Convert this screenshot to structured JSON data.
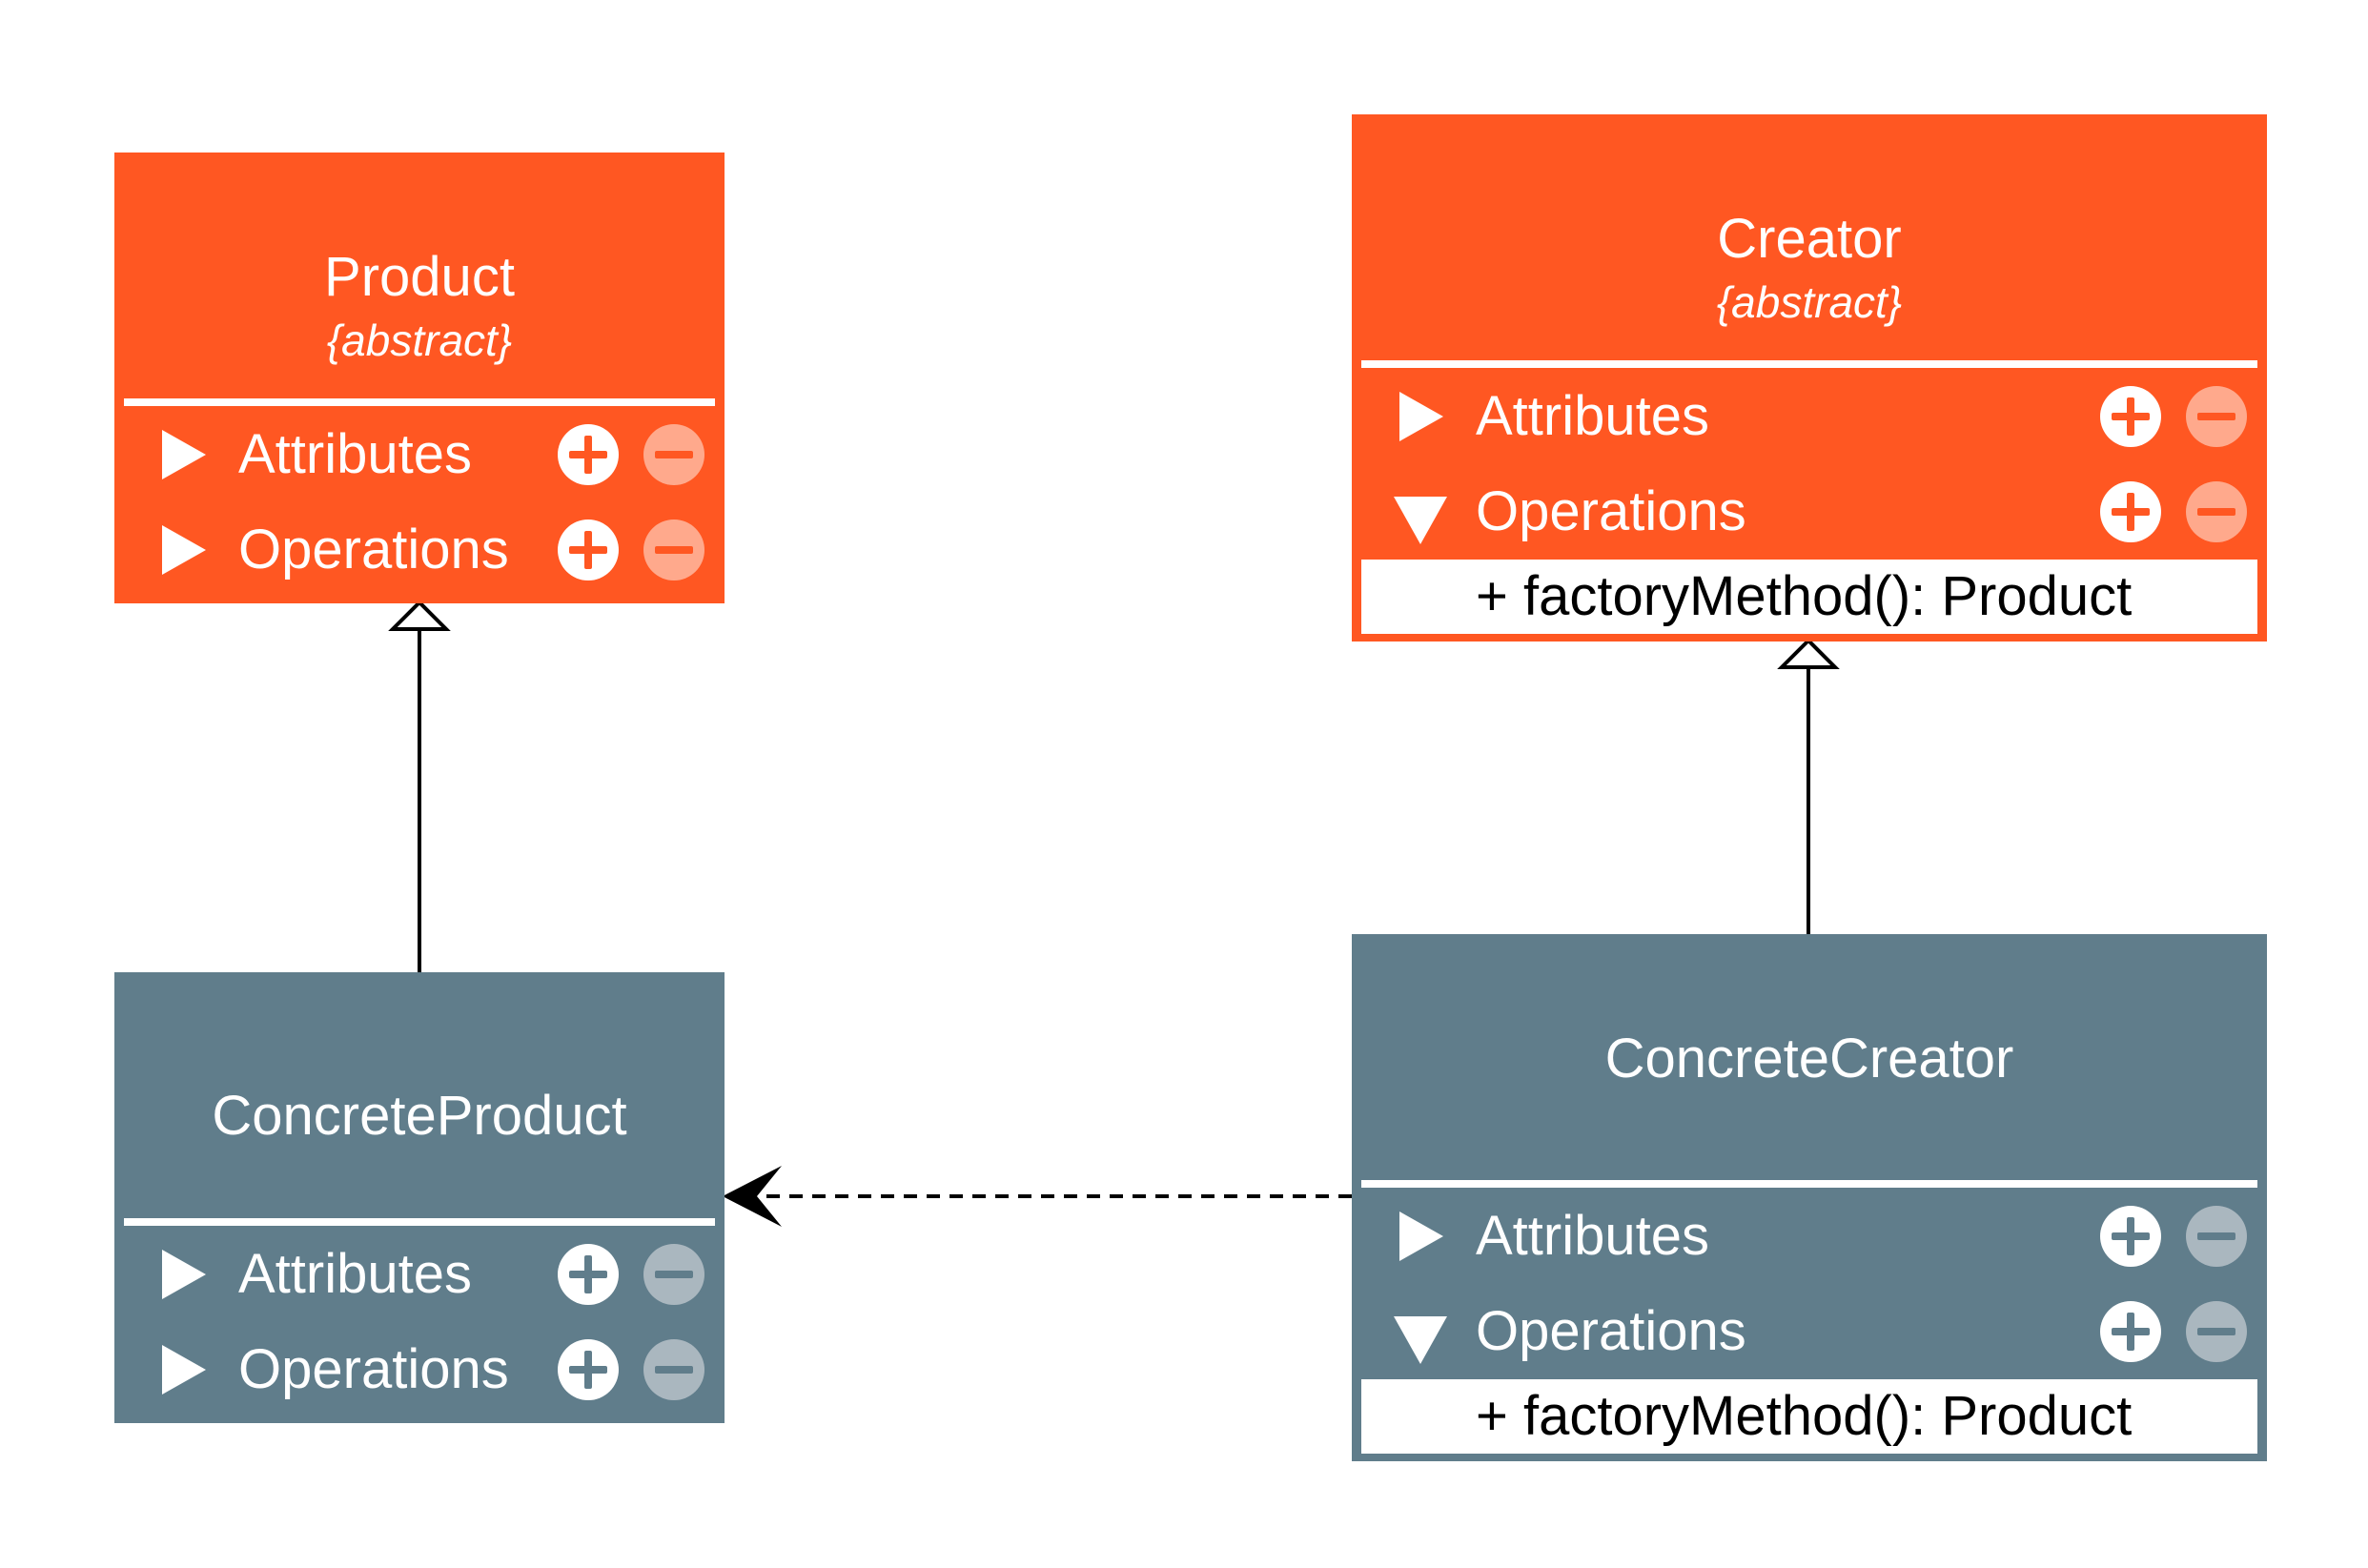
{
  "colors": {
    "abstract": "#ff5722",
    "concrete": "#607d8b",
    "line": "#000000"
  },
  "icons": {
    "expand": "triangle-right-icon",
    "collapse": "triangle-down-icon",
    "add": "plus-circle-icon",
    "remove": "minus-circle-icon"
  },
  "product": {
    "name": "Product",
    "stereotype": "{abstract}",
    "attributes_label": "Attributes",
    "operations_label": "Operations"
  },
  "creator": {
    "name": "Creator",
    "stereotype": "{abstract}",
    "attributes_label": "Attributes",
    "operations_label": "Operations",
    "operations": [
      "+ factoryMethod(): Product"
    ]
  },
  "concrete_product": {
    "name": "ConcreteProduct",
    "attributes_label": "Attributes",
    "operations_label": "Operations"
  },
  "concrete_creator": {
    "name": "ConcreteCreator",
    "attributes_label": "Attributes",
    "operations_label": "Operations",
    "operations": [
      "+ factoryMethod(): Product"
    ]
  }
}
